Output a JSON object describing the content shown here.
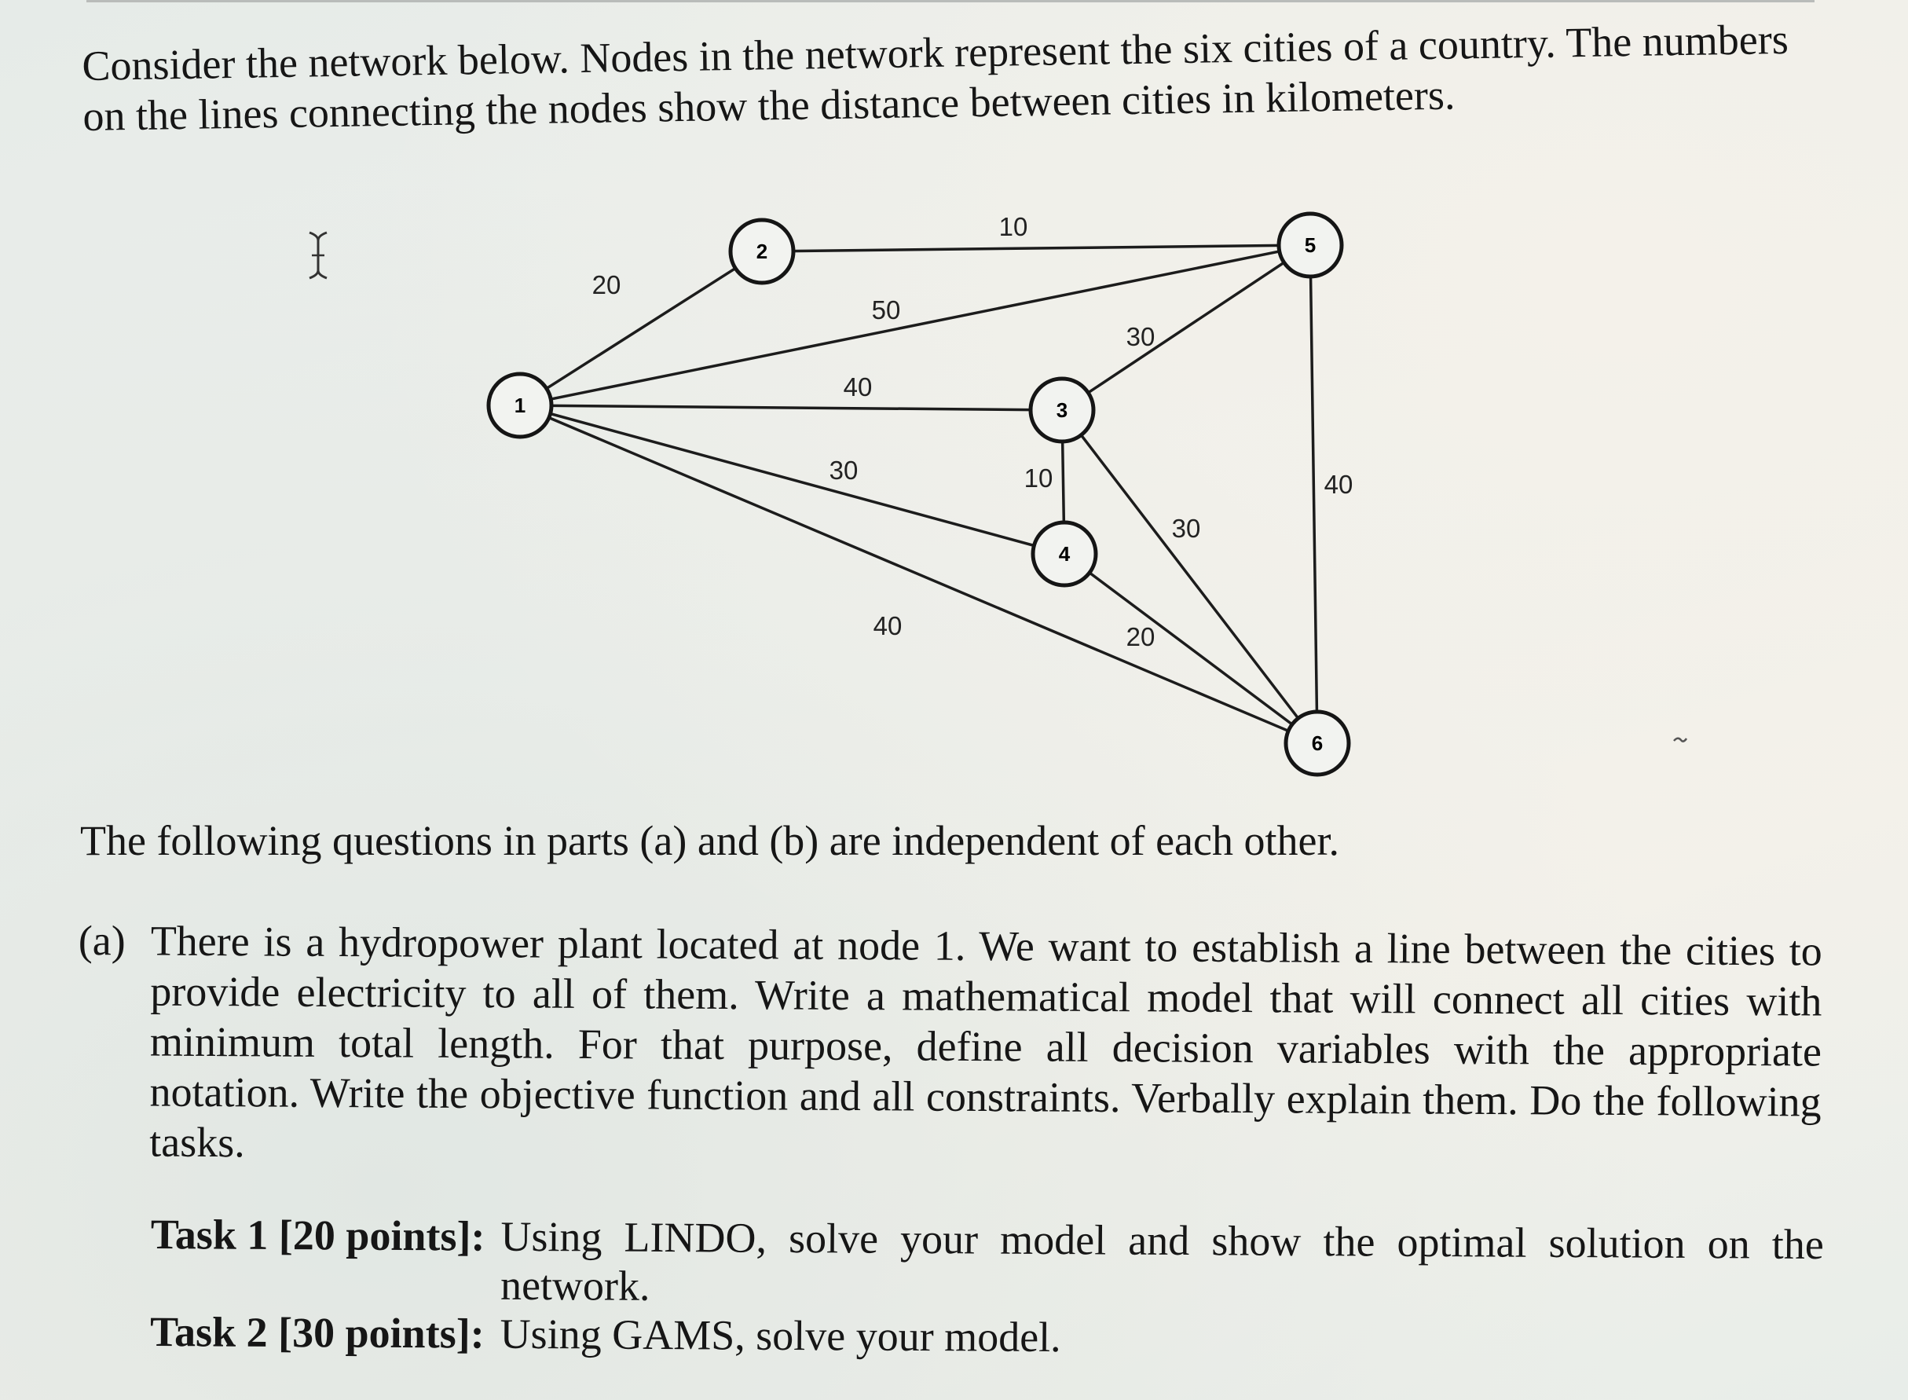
{
  "intro_text": "Consider the network below. Nodes in the network represent the six cities of a country. The numbers on the lines connecting the nodes show the distance between cities in kilometers.",
  "network": {
    "nodes": [
      {
        "id": "1",
        "label": "1"
      },
      {
        "id": "2",
        "label": "2"
      },
      {
        "id": "3",
        "label": "3"
      },
      {
        "id": "4",
        "label": "4"
      },
      {
        "id": "5",
        "label": "5"
      },
      {
        "id": "6",
        "label": "6"
      }
    ],
    "edges": [
      {
        "from": "1",
        "to": "2",
        "label": "20"
      },
      {
        "from": "2",
        "to": "5",
        "label": "10"
      },
      {
        "from": "1",
        "to": "5",
        "label": "50"
      },
      {
        "from": "3",
        "to": "5",
        "label": "30"
      },
      {
        "from": "1",
        "to": "3",
        "label": "40"
      },
      {
        "from": "1",
        "to": "4",
        "label": "30"
      },
      {
        "from": "3",
        "to": "4",
        "label": "10"
      },
      {
        "from": "5",
        "to": "6",
        "label": "40"
      },
      {
        "from": "3",
        "to": "6",
        "label": "30"
      },
      {
        "from": "1",
        "to": "6",
        "label": "40"
      },
      {
        "from": "4",
        "to": "6",
        "label": "20"
      }
    ]
  },
  "note_text": "The following questions in parts (a) and (b) are independent of each other.",
  "part_a": {
    "label": "(a)",
    "text": "There is a hydropower plant located at node 1. We want to establish a line between the cities to provide electricity to all of them. Write a mathematical model that will connect all cities with minimum total length. For that purpose, define all decision variables with the appropriate notation. Write the objective function and all constraints. Verbally explain them. Do the following tasks."
  },
  "tasks": [
    {
      "label": "Task 1 [20 points]:",
      "text": "Using LINDO, solve your model and show the optimal solution on the network."
    },
    {
      "label": "Task 2 [30 points]:",
      "text": "Using GAMS, solve your model."
    }
  ]
}
